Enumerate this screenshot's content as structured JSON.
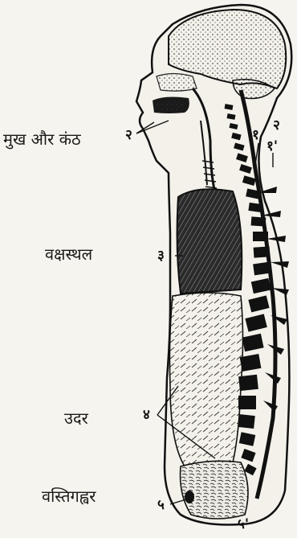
{
  "labels": {
    "mouth_throat": "मुख और कंठ",
    "chest": "वक्षस्थल",
    "abdomen": "उदर",
    "pelvis": "वस्तिगह्वर"
  },
  "markers": {
    "m1": "१",
    "m1b": "१'",
    "m2_mouth": "२",
    "m2_spine": "२",
    "m3": "३",
    "m4": "४",
    "m5": "५",
    "m6": "५'"
  }
}
